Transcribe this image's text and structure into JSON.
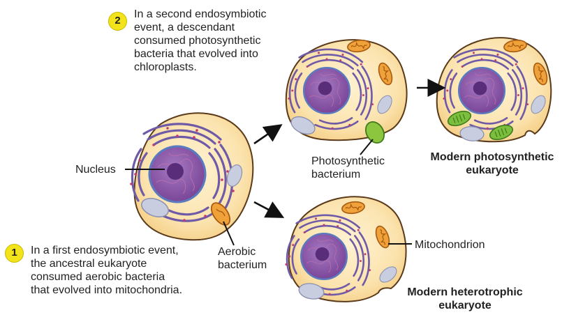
{
  "steps": [
    {
      "number": "1",
      "lines": [
        "In a first endosymbiotic event,",
        "the ancestral eukaryote",
        "consumed aerobic bacteria",
        "that evolved into mitochondria."
      ]
    },
    {
      "number": "2",
      "lines": [
        "In a second endosymbiotic",
        "event,  a descendant",
        "consumed photosynthetic",
        "bacteria that evolved into",
        "chloroplasts."
      ]
    }
  ],
  "labels": {
    "nucleus": "Nucleus",
    "aerobic_bacterium": [
      "Aerobic",
      "bacterium"
    ],
    "photosynthetic_bacterium": [
      "Photosynthetic",
      "bacterium"
    ],
    "mitochondrion": "Mitochondrion",
    "modern_photosynthetic": [
      "Modern photosynthetic",
      "eukaryote"
    ],
    "modern_heterotrophic": [
      "Modern heterotrophic",
      "eukaryote"
    ]
  },
  "colors": {
    "cell_fill": "#fbe6b7",
    "cell_stroke": "#5a3a1a",
    "nucleus": "#8a56a8",
    "er": "#6f5aa8",
    "vacuole": "#c9cde0",
    "mitochondrion": "#e8902c",
    "chloroplast": "#7cbf3f",
    "badge": "#f3e31a"
  }
}
